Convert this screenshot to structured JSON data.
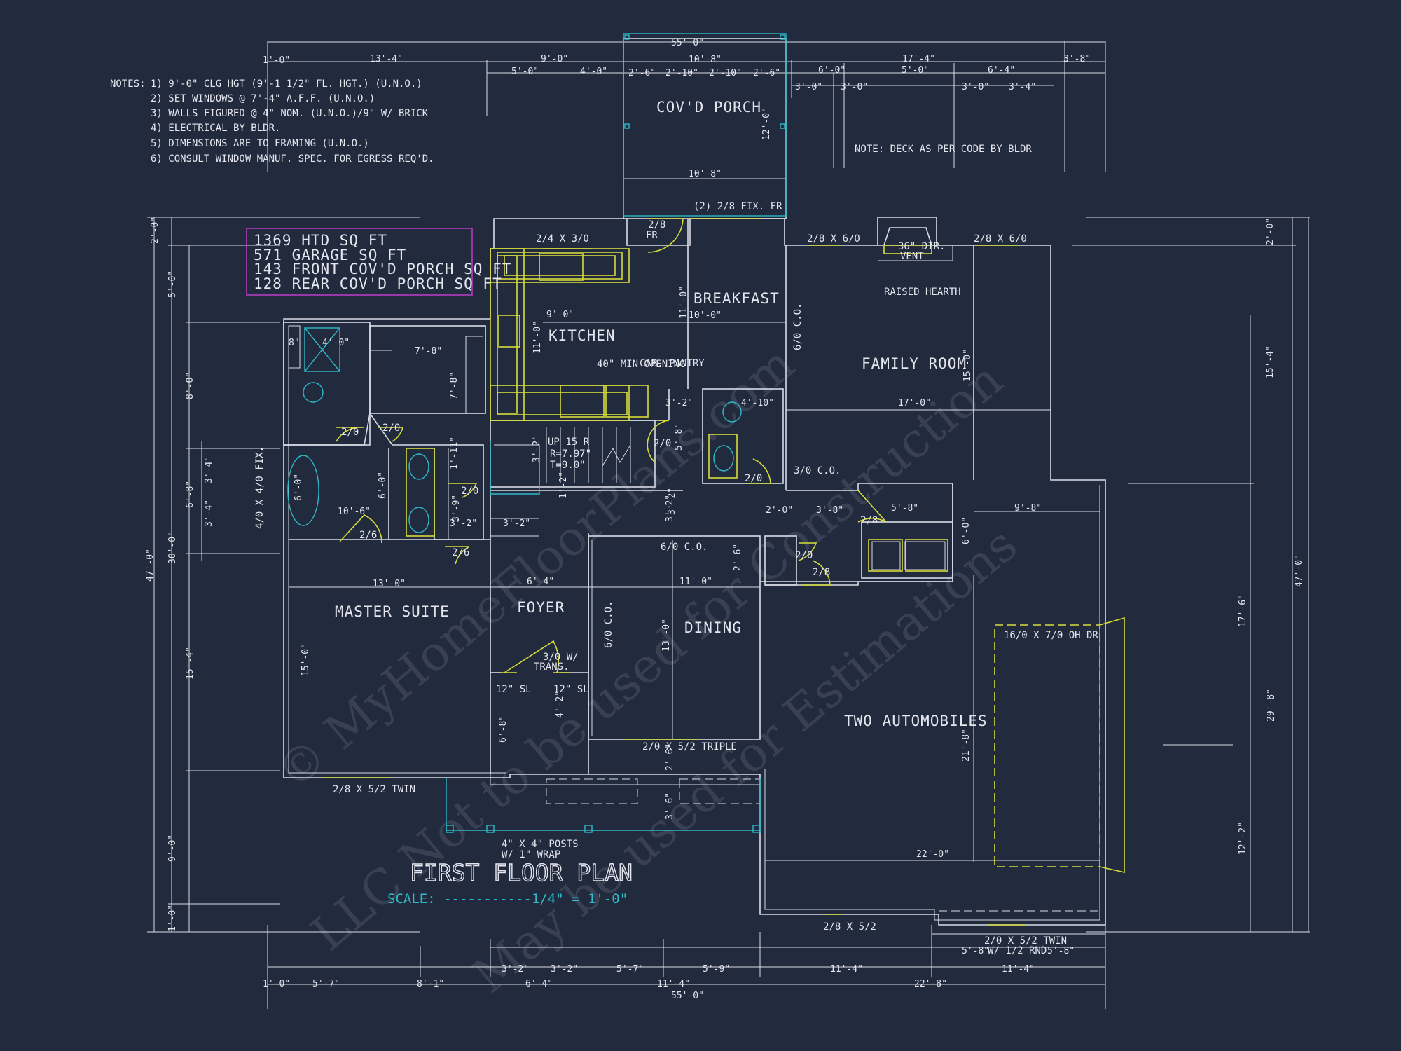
{
  "notes": {
    "heading": "NOTES:",
    "items": [
      "1)  9'-0\" CLG HGT (9'-1 1/2\" FL. HGT.) (U.N.O.)",
      "2)  SET WINDOWS @ 7'-4\" A.F.F.  (U.N.O.)",
      "3)  WALLS FIGURED @ 4\" NOM. (U.N.O.)/9\" W/ BRICK",
      "4)  ELECTRICAL BY BLDR.",
      "5)  DIMENSIONS ARE TO FRAMING (U.N.O.)",
      "6)  CONSULT WINDOW MANUF. SPEC. FOR EGRESS REQ'D."
    ]
  },
  "deck_note": "NOTE:  DECK AS PER CODE BY BLDR",
  "areas": [
    "1369 HTD SQ FT",
    "571 GARAGE SQ FT",
    "143 FRONT COV'D PORCH SQ FT",
    "128 REAR COV'D PORCH SQ FT"
  ],
  "rooms": {
    "porch": "COV'D PORCH",
    "breakfast": "BREAKFAST",
    "kitchen": "KITCHEN",
    "family": "FAMILY ROOM",
    "master": "MASTER SUITE",
    "foyer": "FOYER",
    "dining": "DINING",
    "garage": "TWO AUTOMOBILES"
  },
  "labels": {
    "cab_pantry": "CAB. PANTRY",
    "min_opening": "40\" MIN OPENING",
    "raised_hearth": "RAISED HEARTH",
    "dir_vent_1": "36\" DIR.",
    "dir_vent_2": "VENT",
    "stair_1": "UP 15 R",
    "stair_2": "R=7.97\"",
    "stair_3": "T=9.0\"",
    "fix_fr": "(2) 2/8 FIX. FR",
    "door_28fr_1": "2/8",
    "door_28fr_2": "FR",
    "win_24x30": "2/4 X 3/0",
    "win_28x60_a": "2/8 X 6/0",
    "win_28x60_b": "2/8 X 6/0",
    "co_60_kitchen": "6/0 C.O.",
    "co_30": "3/0 C.O.",
    "co_60_dining": "6/0 C.O.",
    "co_60_foyer": "6/0 C.O.",
    "fix_40x40": "4/0 X 4/0 FIX.",
    "door_trans_1": "3/0 W/",
    "door_trans_2": "TRANS.",
    "sl_1": "12\" SL",
    "sl_2": "12\" SL",
    "posts_1": "4\" X 4\" POSTS",
    "posts_2": "W/ 1\" WRAP",
    "win_twin_master": "2/8 X 5/2 TWIN",
    "win_triple": "2/0 X 5/2 TRIPLE",
    "ohdr": "16/0 X 7/0 OH DR",
    "win_garage": "2/8 X 5/2",
    "win_twin_garage_1": "2/0 X 5/2 TWIN",
    "win_twin_garage_2": "W/ 1/2 RND",
    "d20_a": "2/0",
    "d20_b": "2/0",
    "d20_c": "2/0",
    "d20_d": "2/0",
    "d20_e": "2/0",
    "d20_f": "2/0",
    "d26_a": "2/6",
    "d26_b": "2/6",
    "d28_a": "2/8",
    "d28_b": "2/8"
  },
  "dims": {
    "top_overall": "55'-0\"",
    "top_1": "1'-0\"",
    "top_2": "13'-4\"",
    "top_3": "9'-0\"",
    "top_4": "10'-8\"",
    "top_5": "17'-4\"",
    "top_6": "3'-8\"",
    "top_r2_1": "5'-0\"",
    "top_r2_2": "4'-0\"",
    "top_r2_3": "2'-6\"",
    "top_r2_4": "2'-10\"",
    "top_r2_5": "2'-10\"",
    "top_r2_6": "2'-6\"",
    "top_r2_7": "6'-0\"",
    "top_r2_8": "5'-0\"",
    "top_r2_9": "6'-4\"",
    "top_r3_1": "3'-0\"",
    "top_r3_2": "3'-0\"",
    "top_r3_3": "3'-0\"",
    "top_r3_4": "3'-4\"",
    "porch_w": "10'-8\"",
    "porch_d": "12'-0\"",
    "bot_overall": "55'-0\"",
    "bot_1": "1'-0\"",
    "bot_2": "5'-7\"",
    "bot_3": "8'-1\"",
    "bot_4": "11'-4\"",
    "bot_5": "22'-8\"",
    "bot_r2_1": "3'-2\"",
    "bot_r2_2": "3'-2\"",
    "bot_r2_3": "5'-7\"",
    "bot_r2_4": "5'-9\"",
    "bot_r2_5": "11'-4\"",
    "bot_r2_6": "6'-4\"",
    "bot_r2_7": "11'-4\"",
    "bot_r3_1": "5'-8\"",
    "bot_r3_2": "5'-8\"",
    "left_overall": "47'-0\"",
    "left_1": "2'-0\"",
    "left_2": "5'-0\"",
    "left_3": "8'-0\"",
    "left_4": "6'-8\"",
    "left_5": "30'-0\"",
    "left_6": "15'-4\"",
    "left_7": "9'-0\"",
    "left_8": "1'-0\"",
    "left_9": "3'-4\"",
    "left_10": "3'-4\"",
    "right_overall": "47'-0\"",
    "right_1": "2'-0\"",
    "right_2": "15'-4\"",
    "right_3": "17'-6\"",
    "right_4": "29'-8\"",
    "right_5": "12'-2\"",
    "kit_9": "9'-0\"",
    "kit_11": "11'-0\"",
    "bf_10": "10'-0\"",
    "bf_11": "11'-0\"",
    "fam_17": "17'-0\"",
    "fam_15": "15'-0\"",
    "bath_4": "4'-0\"",
    "bath_8": "8\"",
    "wic_78": "7'-8\"",
    "wic_78v": "7'-8\"",
    "ldy_410": "4'-10\"",
    "ldy_32": "3'-2\"",
    "ldy_58": "5'-8\"",
    "mb_106": "10'-6\"",
    "mb_60": "6'-0\"",
    "mb_60b": "6'-0\"",
    "st_32": "3'-2\"",
    "st_39": "3'-9\"",
    "st_32b": "3'-2\"",
    "st_32c": "3'-2\"",
    "st_11": "1'-11\"",
    "st_12": "1'-2\"",
    "st_32v": "3'-2\"",
    "ms_13": "13'-0\"",
    "ms_15": "15'-0\"",
    "fy_64": "6'-4\"",
    "fy_68": "6'-8\"",
    "fy_42": "4'-2\"",
    "dn_11": "11'-0\"",
    "dn_13": "13'-0\"",
    "dn_26": "2'-6\"",
    "gr_20": "2'-0\"",
    "gr_38": "3'-8\"",
    "gr_58": "5'-8\"",
    "gr_98": "9'-8\"",
    "gr_60": "6'-0\"",
    "gr_218": "21'-8\"",
    "gr_22": "22'-0\"",
    "gr_32": "3'-2\"",
    "pc_26": "2'-6\"",
    "pc_36": "3'-6\""
  },
  "title": "FIRST FLOOR PLAN",
  "scale": "SCALE: -----------1/4\" = 1'-0\"",
  "watermark": [
    "© MyHomeFloorPlans.com",
    "LLC  Not to be used for Construction",
    "May be used for Estimations"
  ],
  "colors": {
    "background": "#222a3d",
    "walls": "#d9dce6",
    "fixtures": "#d8dc3a",
    "porch": "#2fb9c9",
    "area_box": "#b43dc0",
    "scale_text": "#2fb9c9"
  }
}
